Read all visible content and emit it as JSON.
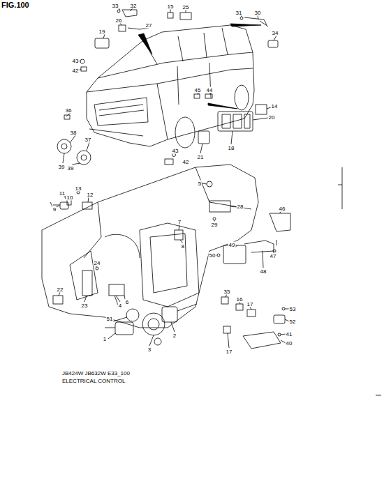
{
  "diagram": {
    "title": "FIG.100",
    "labels": [
      "33",
      "32",
      "15",
      "25",
      "31",
      "30",
      "26",
      "27",
      "19",
      "34",
      "43",
      "42",
      "45",
      "44",
      "14",
      "36",
      "20",
      "38",
      "37",
      "18",
      "21",
      "43",
      "42",
      "39",
      "39",
      "5",
      "11",
      "13",
      "10",
      "12",
      "9",
      "46",
      "28",
      "29",
      "7",
      "8",
      "49",
      "47",
      "50",
      "48",
      "24",
      "22",
      "23",
      "4",
      "6",
      "35",
      "16",
      "17",
      "53",
      "51",
      "52",
      "2",
      "17",
      "41",
      "40",
      "1",
      "3",
      "JB424W JB632W E33_100",
      "ELECTRICAL CONTROL"
    ]
  }
}
